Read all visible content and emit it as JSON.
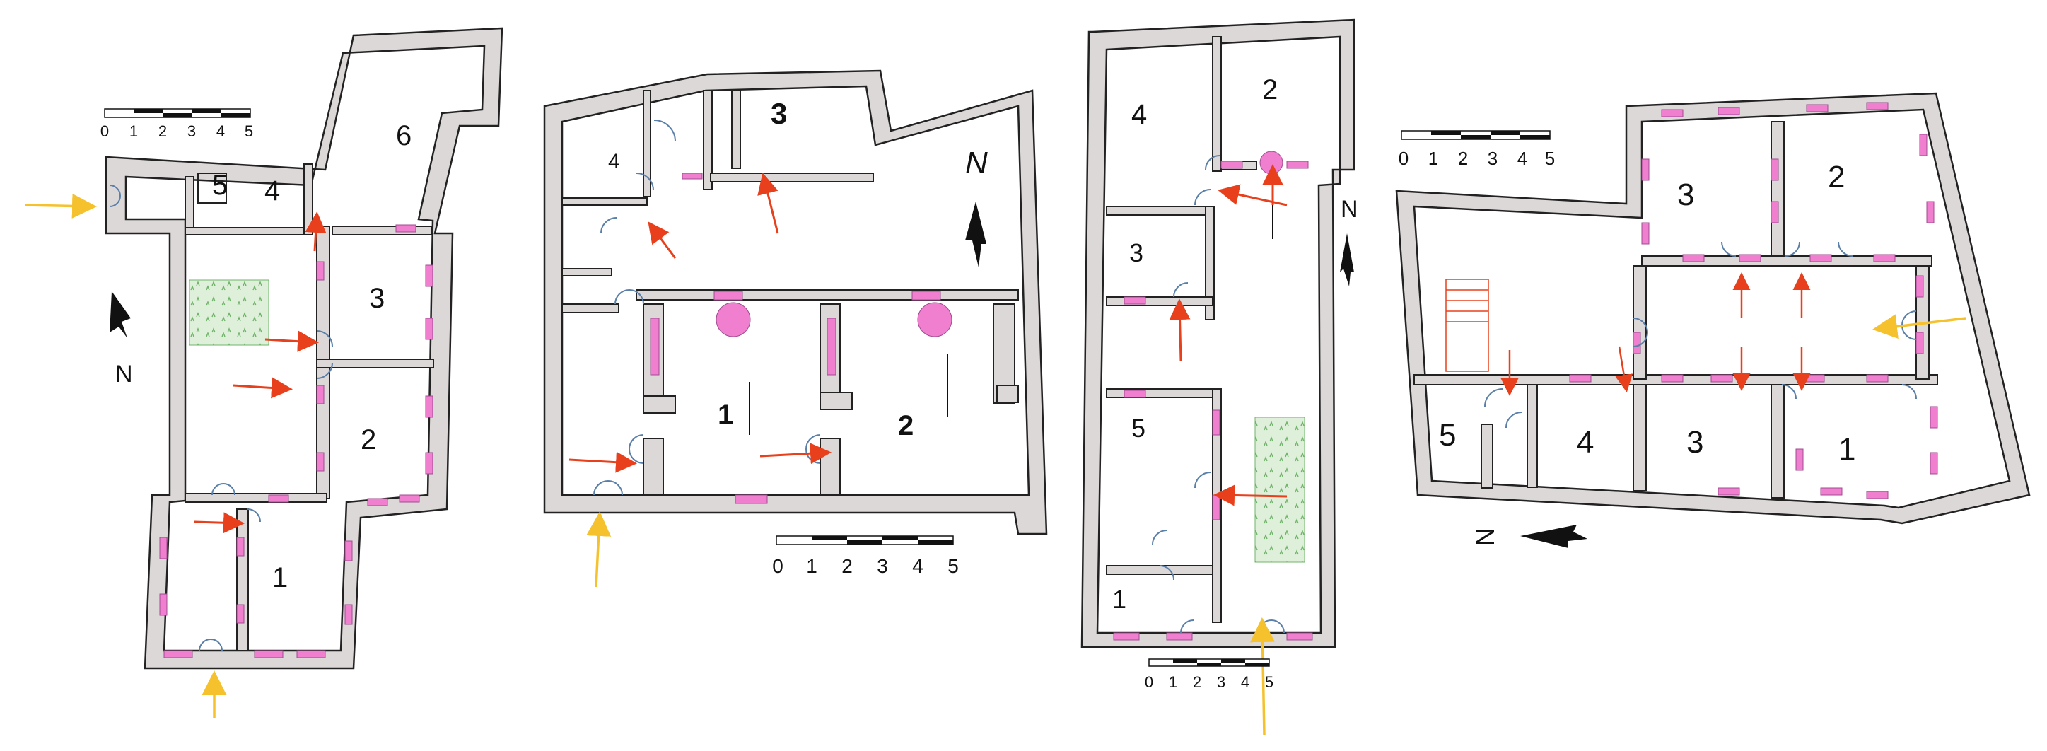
{
  "colors": {
    "wall_fill": "#ddd8d8",
    "wall_stroke": "#222222",
    "window": "#f07fd0",
    "primary_entry_arrow": "#f5c12c",
    "circulation_arrow": "#e8401c",
    "courtyard_green": "#c9e8c2",
    "door_blue": "#5a7fa8"
  },
  "plans": [
    {
      "id": "plan-a",
      "rooms": [
        "1",
        "2",
        "3",
        "4",
        "5",
        "6"
      ],
      "north_label": "N",
      "scale_ticks": [
        "0",
        "1",
        "2",
        "3",
        "4",
        "5"
      ]
    },
    {
      "id": "plan-b",
      "rooms": [
        "1",
        "2",
        "3",
        "4"
      ],
      "north_label": "N",
      "scale_ticks": [
        "0",
        "1",
        "2",
        "3",
        "4",
        "5"
      ]
    },
    {
      "id": "plan-c",
      "rooms": [
        "1",
        "2",
        "3",
        "4",
        "5"
      ],
      "north_label": "N",
      "scale_ticks": [
        "0",
        "1",
        "2",
        "3",
        "4",
        "5"
      ]
    },
    {
      "id": "plan-d",
      "rooms": [
        "1",
        "2",
        "3",
        "3",
        "4",
        "5"
      ],
      "north_label": "N",
      "scale_ticks": [
        "0",
        "1",
        "2",
        "3",
        "4",
        "5"
      ]
    }
  ]
}
